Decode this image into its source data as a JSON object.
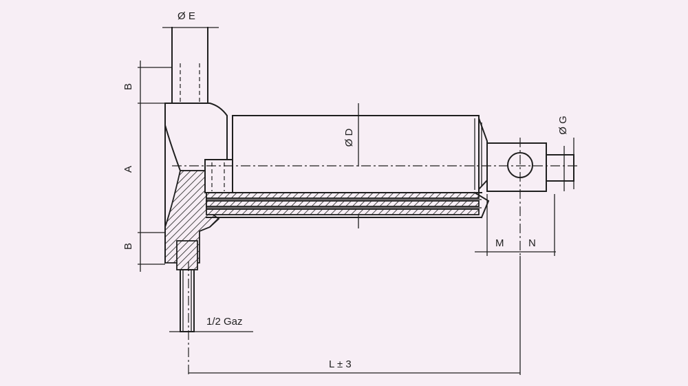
{
  "labels": {
    "diam_e": "Ø E",
    "diam_d": "Ø D",
    "diam_g": "Ø G",
    "dim_a": "A",
    "dim_b_top": "B",
    "dim_b_bottom": "B",
    "dim_m": "M",
    "dim_n": "N",
    "thread": "1/2 Gaz",
    "length": "L ± 3"
  }
}
